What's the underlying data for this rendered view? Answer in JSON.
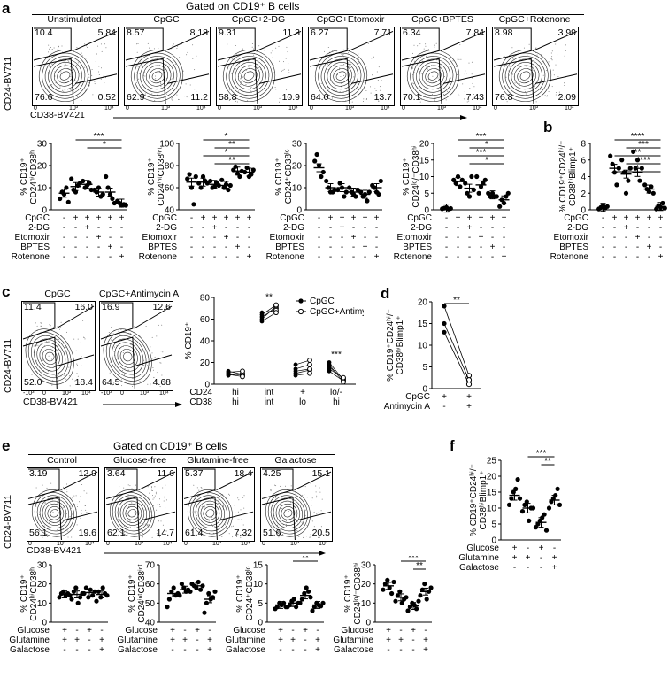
{
  "panel_a": {
    "label": "a",
    "gated": "Gated on CD19⁺ B cells",
    "y_axis": "CD24-BV711",
    "x_axis": "CD38-BV421",
    "ticks": [
      "0",
      "10³",
      "10⁴"
    ],
    "plots": [
      {
        "title": "Unstimulated",
        "tl": "10.4",
        "tr": "5.84",
        "bl": "76.6",
        "br": "0.52"
      },
      {
        "title": "CpGC",
        "tl": "8.57",
        "tr": "8.18",
        "bl": "62.9",
        "br": "11.2"
      },
      {
        "title": "CpGC+2-DG",
        "tl": "9.31",
        "tr": "11.3",
        "bl": "58.8",
        "br": "10.9"
      },
      {
        "title": "CpGC+Etomoxir",
        "tl": "6.27",
        "tr": "7.71",
        "bl": "64.0",
        "br": "13.7"
      },
      {
        "title": "CpGC+BPTES",
        "tl": "6.34",
        "tr": "7.84",
        "bl": "70.1",
        "br": "7.43"
      },
      {
        "title": "CpGC+Rotenone",
        "tl": "8.98",
        "tr": "3.99",
        "bl": "76.8",
        "br": "2.09"
      }
    ]
  },
  "panel_a_scatter": {
    "row_labels": [
      "CpGC",
      "2-DG",
      "Etomoxir",
      "BPTES",
      "Rotenone"
    ],
    "signs": [
      [
        "-",
        "+",
        "+",
        "+",
        "+",
        "+"
      ],
      [
        "-",
        "-",
        "+",
        "-",
        "-",
        "-"
      ],
      [
        "-",
        "-",
        "-",
        "+",
        "-",
        "-"
      ],
      [
        "-",
        "-",
        "-",
        "-",
        "+",
        "-"
      ],
      [
        "-",
        "-",
        "-",
        "-",
        "-",
        "+"
      ]
    ],
    "charts": [
      {
        "ylabel": [
          "% CD19⁺",
          "CD24ʰⁱCD38ʰⁱ"
        ],
        "ticks": [
          "0",
          "10",
          "20",
          "30"
        ],
        "ymax": 30,
        "means": [
          7.5,
          10.5,
          11.5,
          8,
          8,
          3
        ],
        "points": [
          [
            5,
            8,
            7,
            10,
            3.5
          ],
          [
            14,
            9,
            8,
            11,
            12
          ],
          [
            13,
            10,
            11,
            12,
            9
          ],
          [
            9,
            8,
            10,
            6,
            7
          ],
          [
            15,
            10,
            7,
            5,
            3
          ],
          [
            4,
            3,
            2,
            2.5,
            2
          ]
        ],
        "sig": [
          "***",
          "*"
        ]
      },
      {
        "ylabel": [
          "% CD19⁺",
          "CD24ⁱⁿᵗCD38ⁱⁿᵗ"
        ],
        "ticks": [
          "40",
          "60",
          "80",
          "100"
        ],
        "ymin": 40,
        "ymax": 100,
        "means": [
          65,
          65,
          63,
          62,
          75,
          74
        ],
        "points": [
          [
            68,
            72,
            60,
            45,
            70
          ],
          [
            64,
            60,
            70,
            66,
            64
          ],
          [
            66,
            60,
            61,
            64,
            62
          ],
          [
            67,
            60,
            63,
            58,
            62
          ],
          [
            76,
            79,
            73,
            70,
            75
          ],
          [
            74,
            78,
            70,
            72,
            76
          ]
        ],
        "sig": [
          "*",
          "**",
          "*",
          "**"
        ]
      },
      {
        "ylabel": [
          "% CD19⁺",
          "CD24⁺CD38ˡᵒ"
        ],
        "ticks": [
          "0",
          "10",
          "20",
          "30"
        ],
        "ymax": 30,
        "means": [
          19,
          10,
          10,
          8,
          7,
          10
        ],
        "points": [
          [
            22,
            25,
            20,
            15,
            17
          ],
          [
            13,
            10,
            8,
            8,
            9
          ],
          [
            9,
            12,
            10,
            6,
            8
          ],
          [
            10,
            8,
            7,
            6,
            9
          ],
          [
            8,
            6,
            7,
            4,
            8
          ],
          [
            11,
            10,
            8,
            7,
            13
          ]
        ],
        "sig": []
      },
      {
        "ylabel": [
          "% CD19⁺",
          "CD24ˡᵒ/⁻CD38ʰⁱ"
        ],
        "ticks": [
          "0",
          "5",
          "10",
          "15",
          "20"
        ],
        "ymax": 20,
        "means": [
          0.5,
          8.5,
          6.5,
          7.5,
          4.5,
          3
        ],
        "points": [
          [
            0.3,
            0.5,
            0.7,
            0.2,
            0.4
          ],
          [
            9,
            8,
            10,
            7,
            9
          ],
          [
            8,
            5,
            4,
            10,
            6
          ],
          [
            10,
            5,
            7,
            8,
            9
          ],
          [
            5,
            4,
            5,
            4,
            4
          ],
          [
            1,
            3,
            2,
            4,
            5
          ]
        ],
        "sig": [
          "***",
          "*",
          "***",
          "*"
        ]
      }
    ]
  },
  "panel_b": {
    "label": "b",
    "ylabel": [
      "% CD19⁺CD24ʰⁱ/⁻",
      "CD38ʰⁱBlimp1⁺"
    ],
    "ticks": [
      "0",
      "2",
      "4",
      "6",
      "8"
    ],
    "ymax": 8,
    "means": [
      0.3,
      5,
      4.3,
      4.5,
      2.5,
      0.4
    ],
    "points": [
      [
        0.1,
        0.3,
        0.5,
        0.2,
        0.4
      ],
      [
        6.5,
        5.5,
        4.5,
        3,
        5
      ],
      [
        6,
        4.5,
        2,
        3.5,
        5
      ],
      [
        7,
        5,
        6,
        3.5,
        5
      ],
      [
        3,
        2.5,
        2.2,
        2.8,
        2
      ],
      [
        0.1,
        0.5,
        0.3,
        0.8,
        0.2
      ]
    ],
    "sig": [
      "****",
      "***",
      "**",
      "****",
      "*"
    ],
    "row_labels": [
      "CpGC",
      "2-DG",
      "Etomoxir",
      "BPTES",
      "Rotenone"
    ],
    "signs": [
      [
        "-",
        "+",
        "+",
        "+",
        "+",
        "+"
      ],
      [
        "-",
        "-",
        "+",
        "-",
        "-",
        "-"
      ],
      [
        "-",
        "-",
        "-",
        "+",
        "-",
        "-"
      ],
      [
        "-",
        "-",
        "-",
        "-",
        "+",
        "-"
      ],
      [
        "-",
        "-",
        "-",
        "-",
        "-",
        "+"
      ]
    ]
  },
  "panel_c": {
    "label": "c",
    "y_axis": "CD24-BV711",
    "x_axis": "CD38-BV421",
    "ticks": [
      "-10³",
      "0",
      "10³",
      "10⁴"
    ],
    "plots": [
      {
        "title": "CpGC",
        "tl": "11.4",
        "tr": "16.0",
        "bl": "52.0",
        "br": "18.4"
      },
      {
        "title": "CpGC+Antimycin A",
        "tl": "16.9",
        "tr": "12.6",
        "bl": "64.5",
        "br": "4.68"
      }
    ],
    "chart": {
      "ylabel": "% CD19⁺",
      "ticks": [
        "0",
        "20",
        "40",
        "60",
        "80"
      ],
      "ymax": 80,
      "legend": [
        "CpGC",
        "CpGC+Antimycin A"
      ],
      "groups": [
        {
          "cd24": "hi",
          "cd38": "hi",
          "a": [
            12,
            10,
            8,
            9,
            11
          ],
          "b": [
            9,
            8,
            10,
            7,
            12
          ],
          "sig": ""
        },
        {
          "cd24": "int",
          "cd38": "int",
          "a": [
            62,
            60,
            66,
            58,
            64
          ],
          "b": [
            70,
            72,
            68,
            66,
            73
          ],
          "sig": "**"
        },
        {
          "cd24": "+",
          "cd38": "lo",
          "a": [
            18,
            14,
            10,
            8,
            12
          ],
          "b": [
            22,
            18,
            13,
            10,
            14
          ],
          "sig": ""
        },
        {
          "cd24": "lo/-",
          "cd38": "hi",
          "a": [
            16,
            20,
            12,
            14,
            18
          ],
          "b": [
            5,
            4,
            3,
            6,
            2
          ],
          "sig": "***"
        }
      ],
      "row_labels": [
        "CD24",
        "CD38"
      ]
    }
  },
  "panel_d": {
    "label": "d",
    "ylabel": [
      "% CD19⁺CD24ʰⁱ/⁻",
      "CD38ʰⁱBlimp1⁺"
    ],
    "ticks": [
      "0",
      "5",
      "10",
      "15",
      "20"
    ],
    "ymax": 20,
    "before": [
      19,
      15,
      13
    ],
    "after": [
      3,
      2,
      1
    ],
    "sig": "**",
    "row_labels": [
      "CpGC",
      "Antimycin A"
    ],
    "signs": [
      [
        "+",
        "+"
      ],
      [
        "-",
        "+"
      ]
    ]
  },
  "panel_e": {
    "label": "e",
    "gated": "Gated on CD19⁺ B cells",
    "y_axis": "CD24-BV711",
    "x_axis": "CD38-BV421",
    "ticks": [
      "0",
      "10³",
      "10⁴"
    ],
    "plots": [
      {
        "title": "Control",
        "tl": "3.19",
        "tr": "12.9",
        "bl": "56.1",
        "br": "19.6"
      },
      {
        "title": "Glucose-free",
        "tl": "3.64",
        "tr": "11.6",
        "bl": "62.1",
        "br": "14.7"
      },
      {
        "title": "Glutamine-free",
        "tl": "5.37",
        "tr": "18.4",
        "bl": "61.4",
        "br": "7.32"
      },
      {
        "title": "Galactose",
        "tl": "4.25",
        "tr": "15.1",
        "bl": "51.6",
        "br": "20.5"
      }
    ]
  },
  "panel_e_scatter": {
    "row_labels": [
      "Glucose",
      "Glutamine",
      "Galactose"
    ],
    "signs": [
      [
        "+",
        "-",
        "+",
        "-"
      ],
      [
        "+",
        "+",
        "-",
        "+"
      ],
      [
        "-",
        "-",
        "-",
        "+"
      ]
    ],
    "charts": [
      {
        "ylabel": [
          "% CD19⁺",
          "CD24ʰⁱCD38ʰⁱ"
        ],
        "ticks": [
          "0",
          "10",
          "20",
          "30"
        ],
        "ymax": 30,
        "means": [
          14.5,
          14.5,
          15.5,
          14.5
        ],
        "points": [
          [
            13,
            15,
            16,
            14,
            15,
            14
          ],
          [
            12,
            16,
            18,
            10,
            13,
            15
          ],
          [
            15,
            18,
            13,
            17,
            14,
            16
          ],
          [
            11,
            16,
            13,
            18,
            15,
            14
          ]
        ],
        "sig": []
      },
      {
        "ylabel": [
          "% CD19⁺",
          "CD24ⁱⁿᵗCD38ⁱⁿᵗ"
        ],
        "ticks": [
          "40",
          "50",
          "60",
          "70"
        ],
        "ymin": 40,
        "ymax": 70,
        "means": [
          55,
          57,
          59,
          52
        ],
        "points": [
          [
            48,
            52,
            56,
            58,
            54,
            55
          ],
          [
            54,
            60,
            58,
            56,
            57,
            56
          ],
          [
            60,
            59,
            58,
            61,
            57,
            59
          ],
          [
            45,
            50,
            55,
            52,
            53,
            56
          ]
        ],
        "sig": []
      },
      {
        "ylabel": [
          "% CD19⁺",
          "CD24⁺CD38ˡᵒ"
        ],
        "ticks": [
          "0",
          "5",
          "10",
          "15"
        ],
        "ymax": 15,
        "means": [
          4.5,
          5,
          7,
          4.5
        ],
        "points": [
          [
            3.5,
            4,
            5,
            4.5,
            5,
            4
          ],
          [
            4,
            4.5,
            5.5,
            6,
            4,
            5
          ],
          [
            5,
            6,
            7.5,
            9,
            8,
            6.5
          ],
          [
            3,
            4,
            5,
            4.5,
            4.2,
            5
          ]
        ],
        "sig": [
          "**"
        ]
      },
      {
        "ylabel": [
          "% CD19⁺",
          "CD24ˡᵒ/⁻CD38ʰⁱ"
        ],
        "ticks": [
          "0",
          "10",
          "20",
          "30"
        ],
        "ymax": 30,
        "means": [
          19,
          13,
          8.5,
          16
        ],
        "points": [
          [
            17,
            20,
            22,
            18,
            15,
            21
          ],
          [
            11,
            14,
            16,
            10,
            12,
            13
          ],
          [
            6,
            8,
            10,
            9,
            7,
            11
          ],
          [
            14,
            17,
            20,
            12,
            16,
            18
          ]
        ],
        "sig": [
          "***",
          "**"
        ]
      }
    ]
  },
  "panel_f": {
    "label": "f",
    "ylabel": [
      "% CD19⁺CD24ʰⁱ/⁻",
      "CD38ʰⁱBlimp1⁺"
    ],
    "ticks": [
      "0",
      "5",
      "10",
      "15",
      "20",
      "25"
    ],
    "ymax": 25,
    "means": [
      14,
      10,
      5.5,
      12.5
    ],
    "points": [
      [
        11,
        13,
        15,
        16,
        19,
        13
      ],
      [
        9,
        11,
        12,
        6,
        10,
        10
      ],
      [
        4,
        5,
        6,
        7,
        8,
        3
      ],
      [
        10,
        12,
        13,
        14,
        16,
        11
      ]
    ],
    "sig": [
      "***",
      "**"
    ],
    "row_labels": [
      "Glucose",
      "Glutamine",
      "Galactose"
    ],
    "signs": [
      [
        "+",
        "-",
        "+",
        "-"
      ],
      [
        "+",
        "+",
        "-",
        "+"
      ],
      [
        "-",
        "-",
        "-",
        "+"
      ]
    ]
  }
}
